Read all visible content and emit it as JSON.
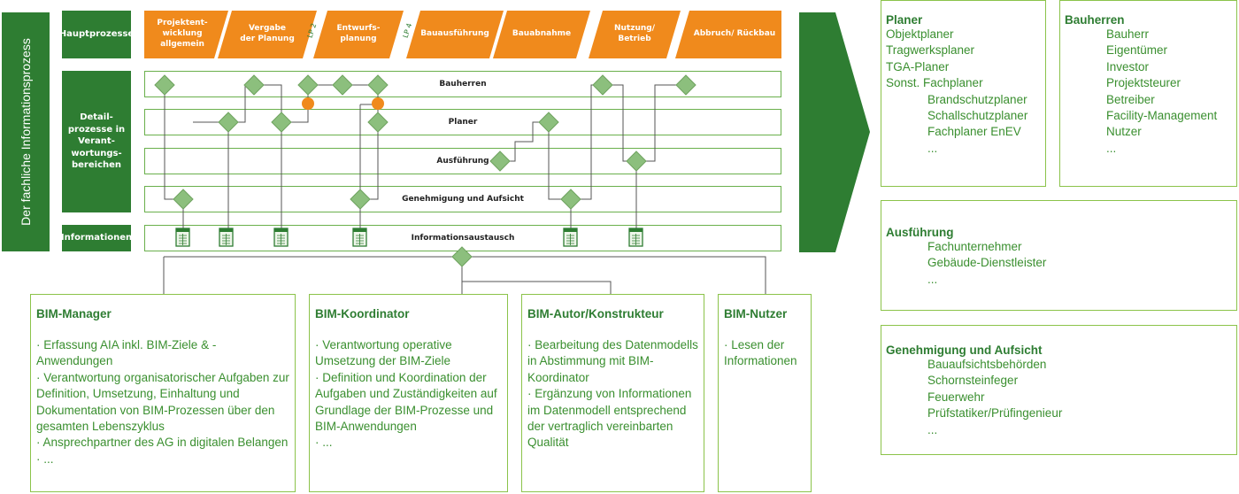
{
  "vertical_title": "Der fachliche Informationsprozess",
  "row_labels": {
    "hauptprozesse": "Hauptprozesse",
    "detail": [
      "Detail-",
      "prozesse in",
      "Verant-",
      "wortungs-",
      "bereichen"
    ],
    "informationen": "Informationen"
  },
  "phases": [
    [
      "Projektent-",
      "wicklung",
      "allgemein"
    ],
    [
      "Vergabe",
      "der Planung"
    ],
    [
      "Entwurfs-",
      "planung"
    ],
    [
      "Bauausführung"
    ],
    [
      "Bauabnahme"
    ],
    [
      "Nutzung/",
      "Betrieb"
    ],
    [
      "Abbruch/ Rückbau"
    ]
  ],
  "lp_labels": [
    "LP 2",
    "LP 4"
  ],
  "lanes": [
    "Bauherren",
    "Planer",
    "Ausführung",
    "Genehmigung und Aufsicht",
    "Informationsaustausch"
  ],
  "colors": {
    "green": "#2e7d32",
    "orange": "#f08a1c",
    "diamond": "#8cbf7d",
    "text_green": "#3a8f2f"
  },
  "right_cards": [
    {
      "title": "Planer",
      "items": [
        {
          "text": "Objektplaner",
          "indent": false
        },
        {
          "text": "Tragwerksplaner",
          "indent": false
        },
        {
          "text": "TGA-Planer",
          "indent": false
        },
        {
          "text": "Sonst. Fachplaner",
          "indent": false
        },
        {
          "text": "Brandschutzplaner",
          "indent": true
        },
        {
          "text": "Schallschutzplaner",
          "indent": true
        },
        {
          "text": "Fachplaner EnEV",
          "indent": true
        },
        {
          "text": "...",
          "indent": true
        }
      ]
    },
    {
      "title": "Bauherren",
      "items": [
        {
          "text": "Bauherr",
          "indent": true
        },
        {
          "text": "Eigentümer",
          "indent": true
        },
        {
          "text": "Investor",
          "indent": true
        },
        {
          "text": "Projektsteurer",
          "indent": true
        },
        {
          "text": "Betreiber",
          "indent": true
        },
        {
          "text": "Facility-Management",
          "indent": true
        },
        {
          "text": "Nutzer",
          "indent": true
        },
        {
          "text": "...",
          "indent": true
        }
      ]
    },
    {
      "title": "Ausführung",
      "items": [
        {
          "text": "Fachunternehmer",
          "indent": true
        },
        {
          "text": "Gebäude-Dienstleister",
          "indent": true
        },
        {
          "text": "...",
          "indent": true
        }
      ]
    },
    {
      "title": "Genehmigung und Aufsicht",
      "items": [
        {
          "text": "Bauaufsichtsbehörden",
          "indent": true
        },
        {
          "text": "Schornsteinfeger",
          "indent": true
        },
        {
          "text": "Feuerwehr",
          "indent": true
        },
        {
          "text": "Prüfstatiker/Prüfingenieur",
          "indent": true
        },
        {
          "text": "...",
          "indent": true
        }
      ]
    }
  ],
  "bim_cards": [
    {
      "title": "BIM-Manager",
      "lines": [
        "· Erfassung AIA inkl. BIM-Ziele & -Anwendungen",
        "· Verantwortung organisatorischer Aufgaben zur Definition, Umsetzung, Einhaltung und Dokumentation von BIM-Prozessen über den gesamten Lebenszyklus",
        "· Ansprechpartner des AG in digitalen Belangen",
        "· ..."
      ]
    },
    {
      "title": "BIM-Koordinator",
      "lines": [
        "· Verantwortung operative Umsetzung der BIM-Ziele",
        "· Definition und Koordination der Aufgaben und Zuständigkeiten auf Grundlage der BIM-Prozesse und BIM-Anwendungen",
        "· ..."
      ]
    },
    {
      "title": "BIM-Autor/Konstrukteur",
      "lines": [
        "· Bearbeitung des Datenmodells in Abstimmung mit BIM-Koordinator",
        "· Ergänzung von Informationen im Datenmodell entsprechend der vertraglich vereinbarten Qualität"
      ]
    },
    {
      "title": "BIM-Nutzer",
      "lines": [
        "· Lesen der Informationen"
      ]
    }
  ]
}
